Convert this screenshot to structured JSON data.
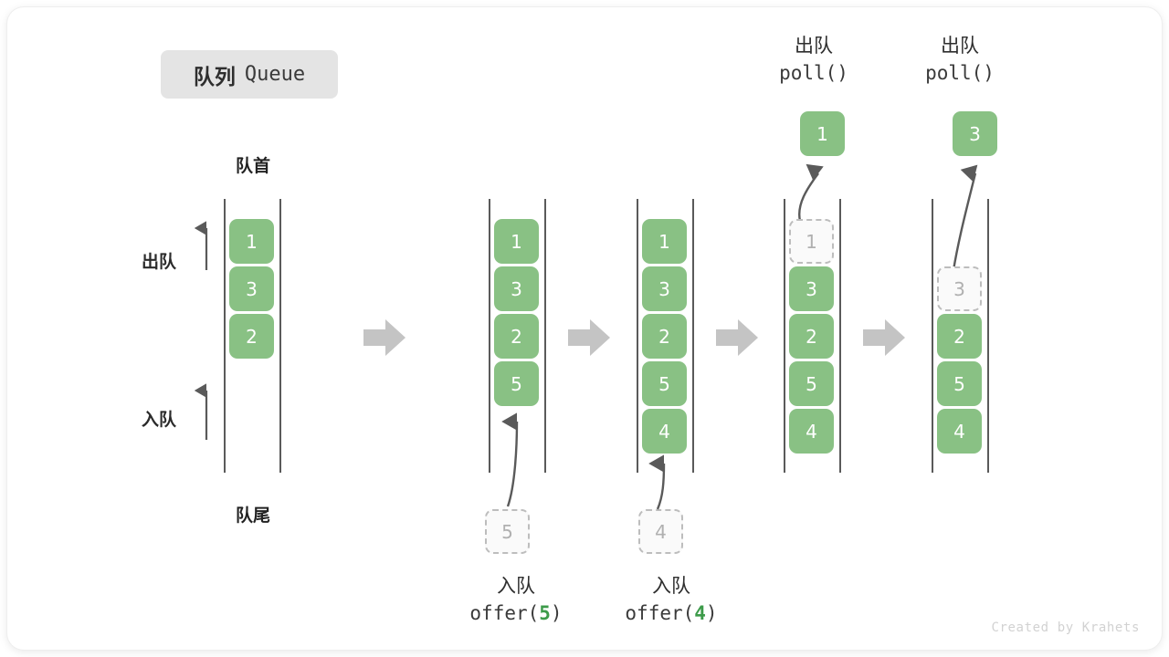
{
  "title": {
    "cn": "队列",
    "en": "Queue"
  },
  "labels": {
    "front": "队首",
    "rear": "队尾",
    "dequeue": "出队",
    "enqueue": "入队"
  },
  "watermark": "Created by Krahets",
  "colors": {
    "cell_fill": "#89c184",
    "cell_text": "#ffffff",
    "ghost_fill": "#fafafa",
    "ghost_border": "#bdbdbd",
    "ghost_text": "#b0b0b0",
    "rail": "#5a5a5a",
    "flow_arrow": "#c4c4c4",
    "accent_green": "#3d9b4a",
    "badge_bg": "#e4e4e4",
    "text_dark": "#2e2e2e"
  },
  "stages": [
    {
      "id": "initial",
      "cells": [
        "1",
        "3",
        "2"
      ],
      "top_caption": null,
      "bottom_caption": null,
      "ejected": null,
      "incoming": null
    },
    {
      "id": "after-offer-5",
      "cells": [
        "1",
        "3",
        "2",
        "5"
      ],
      "top_caption": null,
      "bottom_caption": {
        "cn": "入队",
        "code_pre": "offer(",
        "code_num": "5",
        "code_post": ")"
      },
      "ejected": null,
      "incoming": "5"
    },
    {
      "id": "after-offer-4",
      "cells": [
        "1",
        "3",
        "2",
        "5",
        "4"
      ],
      "top_caption": null,
      "bottom_caption": {
        "cn": "入队",
        "code_pre": "offer(",
        "code_num": "4",
        "code_post": ")"
      },
      "ejected": null,
      "incoming": "4"
    },
    {
      "id": "after-poll-1",
      "cells": [
        "1",
        "3",
        "2",
        "5",
        "4"
      ],
      "ghost_index": 0,
      "top_caption": {
        "cn": "出队",
        "code": "poll()"
      },
      "bottom_caption": null,
      "ejected": "1",
      "incoming": null
    },
    {
      "id": "after-poll-3",
      "cells": [
        "",
        "3",
        "2",
        "5",
        "4"
      ],
      "ghost_index": 1,
      "top_caption": {
        "cn": "出队",
        "code": "poll()"
      },
      "bottom_caption": null,
      "ejected": "3",
      "incoming": null
    }
  ]
}
